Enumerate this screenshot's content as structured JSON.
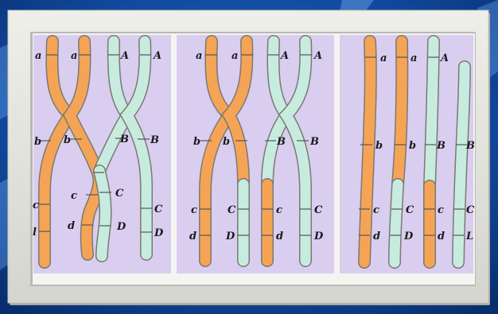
{
  "colors": {
    "background": "#0d3d8f",
    "frame": "#e7e7e2",
    "panel_fill": "#d9cdf0",
    "maternal": "#f5a456",
    "paternal": "#c7ecdf",
    "outline": "#7a7a72"
  },
  "panels": [
    {
      "name": "panel-crossing-over",
      "labels": {
        "a1": "a",
        "a2": "a",
        "A1": "A",
        "A2": "A",
        "b1": "b",
        "b2": "b",
        "B1": "B",
        "B2": "B",
        "c1": "c",
        "c2": "c",
        "C1": "C",
        "C2": "C",
        "d1": "l",
        "d2": "d",
        "D1": "D",
        "D2": "D"
      }
    },
    {
      "name": "panel-after-exchange",
      "labels": {
        "a1": "a",
        "a2": "a",
        "A1": "A",
        "A2": "A",
        "b1": "b",
        "b2": "b",
        "B1": "B",
        "B2": "B",
        "c1": "c",
        "C1": "C",
        "c2": "c",
        "C2": "C",
        "d1": "d",
        "D1": "D",
        "d2": "d",
        "D2": "D"
      }
    },
    {
      "name": "panel-separated-chromatids",
      "labels": {
        "a1": "a",
        "a2": "a",
        "A1": "A",
        "b1": "b",
        "b2": "b",
        "B1": "B",
        "B2": "B",
        "c1": "c",
        "C1": "C",
        "c2": "c",
        "C2": "C",
        "d1": "d",
        "D1": "D",
        "d2": "d",
        "D2": "L"
      }
    }
  ]
}
